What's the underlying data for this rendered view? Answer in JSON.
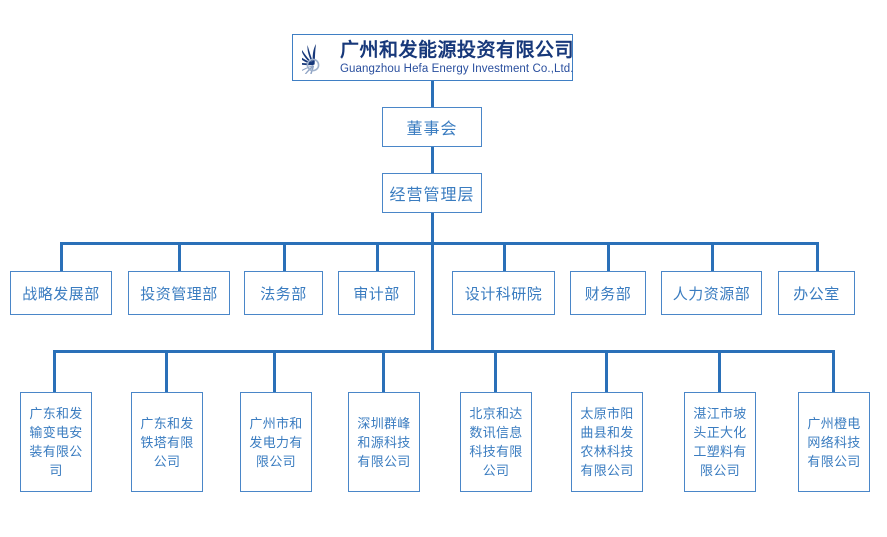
{
  "company": {
    "name_cn": "广州和发能源投资有限公司",
    "name_en": "Guangzhou Hefa Energy Investment Co.,Ltd.",
    "logo_icon": "radial-fan-logo-icon"
  },
  "colors": {
    "connector": "#2a70b8",
    "box_border": "#4a86c8",
    "box_text": "#3a7cc0",
    "title_cn": "#17387a",
    "title_en": "#2a4f9e",
    "background": "#ffffff"
  },
  "levels": [
    {
      "label": "董事会"
    },
    {
      "label": "经营管理层"
    }
  ],
  "departments": [
    {
      "label": "战略发展部"
    },
    {
      "label": "投资管理部"
    },
    {
      "label": "法务部"
    },
    {
      "label": "审计部"
    },
    {
      "label": "设计科研院"
    },
    {
      "label": "财务部"
    },
    {
      "label": "人力资源部"
    },
    {
      "label": "办公室"
    }
  ],
  "subsidiaries": [
    {
      "label": "广东和发输变电安装有限公司"
    },
    {
      "label": "广东和发铁塔有限公司"
    },
    {
      "label": "广州市和发电力有限公司"
    },
    {
      "label": "深圳群峰和源科技有限公司"
    },
    {
      "label": "北京和达数讯信息科技有限公司"
    },
    {
      "label": "太原市阳曲县和发农林科技有限公司"
    },
    {
      "label": "湛江市坡头正大化工塑料有限公司"
    },
    {
      "label": "广州橙电网络科技有限公司"
    }
  ]
}
